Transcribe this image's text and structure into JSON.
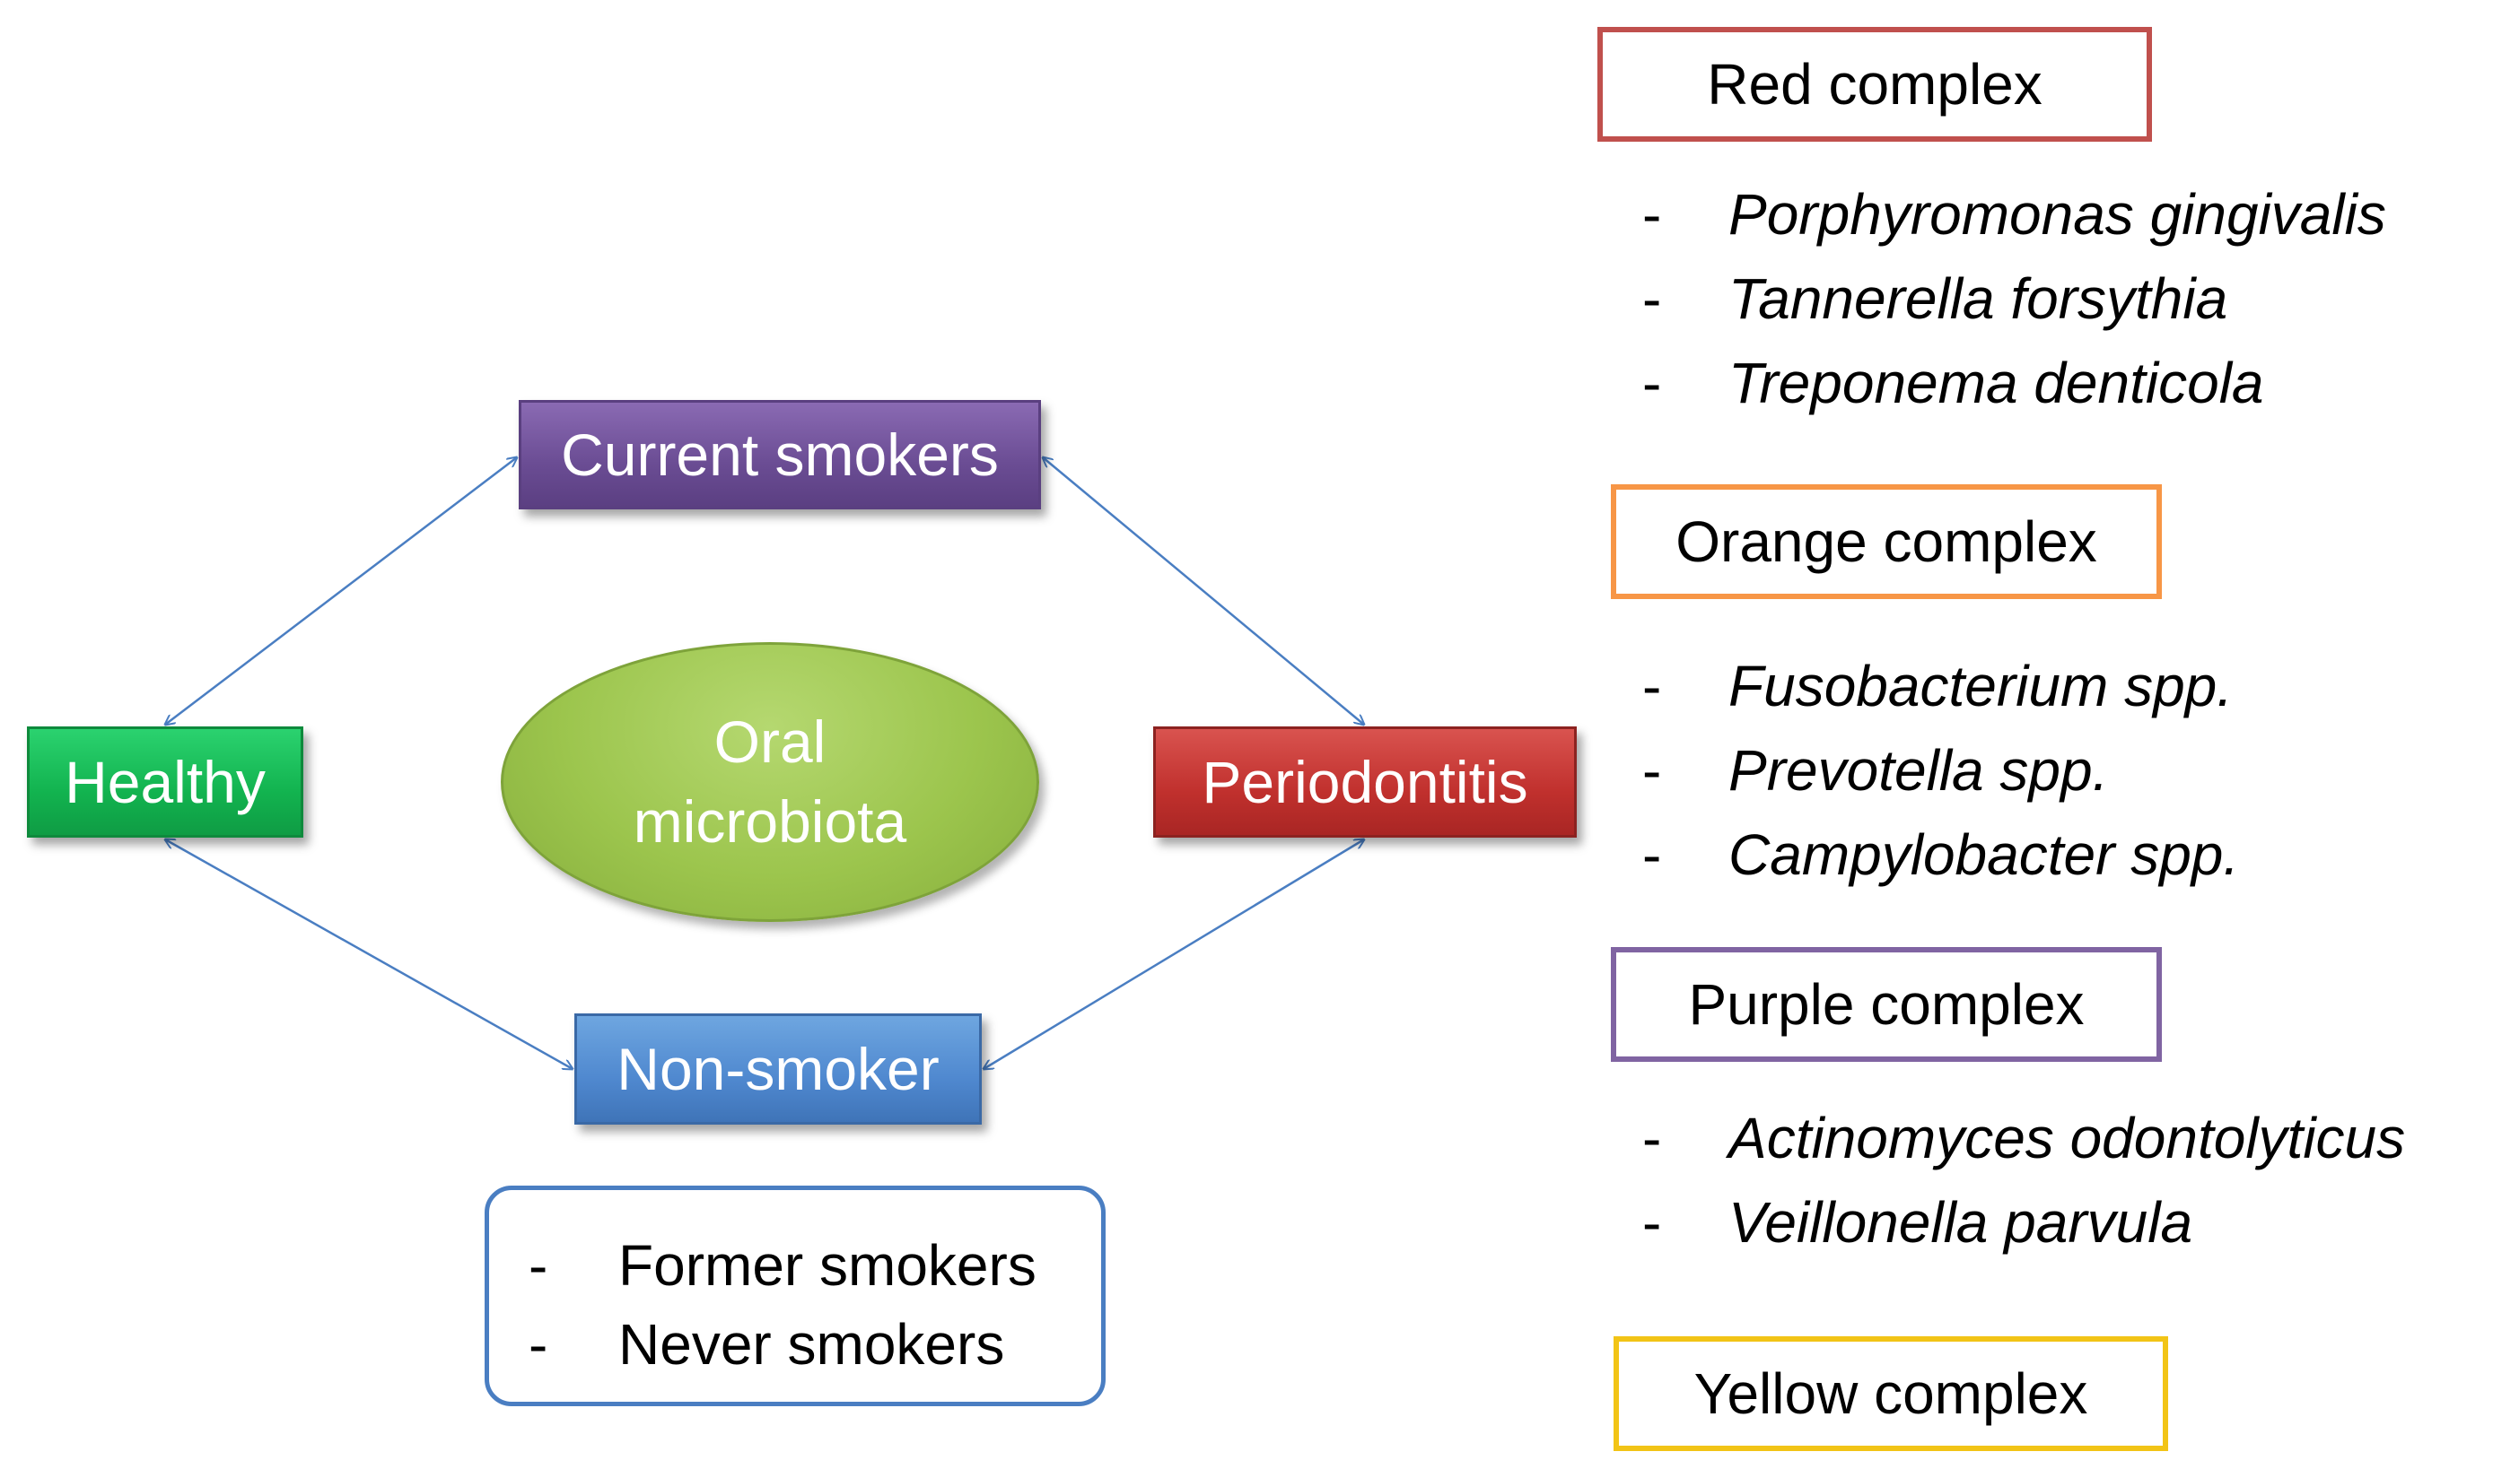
{
  "diagram": {
    "nodes": {
      "current_smokers": "Current smokers",
      "healthy": "Healthy",
      "periodontitis": "Periodontitis",
      "non_smoker": "Non-smoker",
      "oral_line1": "Oral",
      "oral_line2": "microbiota"
    },
    "non_smoker_types": [
      "Former smokers",
      "Never smokers"
    ],
    "connections": [
      {
        "from": "Healthy",
        "to": "Current smokers",
        "bidirectional": true
      },
      {
        "from": "Current smokers",
        "to": "Periodontitis",
        "bidirectional": true
      },
      {
        "from": "Healthy",
        "to": "Non-smoker",
        "bidirectional": true
      },
      {
        "from": "Periodontitis",
        "to": "Non-smoker",
        "bidirectional": true
      }
    ],
    "colors": {
      "current_smokers": "#6a4c93",
      "healthy": "#12b34f",
      "periodontitis": "#c0302d",
      "non_smoker": "#4f88cf",
      "oral_microbiota": "#9cc54d",
      "connector": "#4a7ec2"
    }
  },
  "complexes": [
    {
      "name": "Red complex",
      "color": "#c0504d",
      "species": [
        "Porphyromonas gingivalis",
        "Tannerella forsythia",
        "Treponema denticola"
      ]
    },
    {
      "name": "Orange complex",
      "color": "#f79646",
      "species": [
        "Fusobacterium spp.",
        "Prevotella spp.",
        "Campylobacter spp."
      ]
    },
    {
      "name": "Purple complex",
      "color": "#8064a2",
      "species": [
        "Actinomyces odontolyticus",
        "Veillonella parvula"
      ]
    },
    {
      "name": "Yellow complex",
      "color": "#f2c416",
      "species": []
    }
  ],
  "dash": "-"
}
